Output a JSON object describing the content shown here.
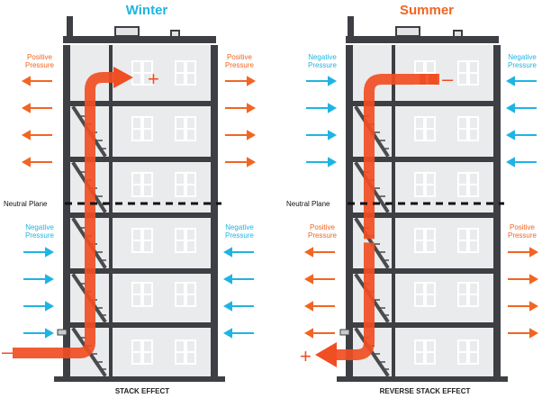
{
  "panels": [
    {
      "title": "Winter",
      "caption": "STACK EFFECT",
      "neutral_label": "Neutral Plane",
      "upper_pressure": "Positive Pressure",
      "lower_pressure": "Negative Pressure",
      "top_sign": "+",
      "bottom_sign": "–"
    },
    {
      "title": "Summer",
      "caption": "REVERSE STACK EFFECT",
      "neutral_label": "Neutral Plane",
      "upper_pressure": "Negative Pressure",
      "lower_pressure": "Positive Pressure",
      "top_sign": "–",
      "bottom_sign": "+"
    }
  ],
  "colors": {
    "orange": "#f26522",
    "flow": "#f04e23",
    "cyan": "#1fb4e3",
    "frame": "#3d3f44",
    "window": "#eaebec",
    "floor": "#c9cacc",
    "stair": "#4a4b4f"
  }
}
